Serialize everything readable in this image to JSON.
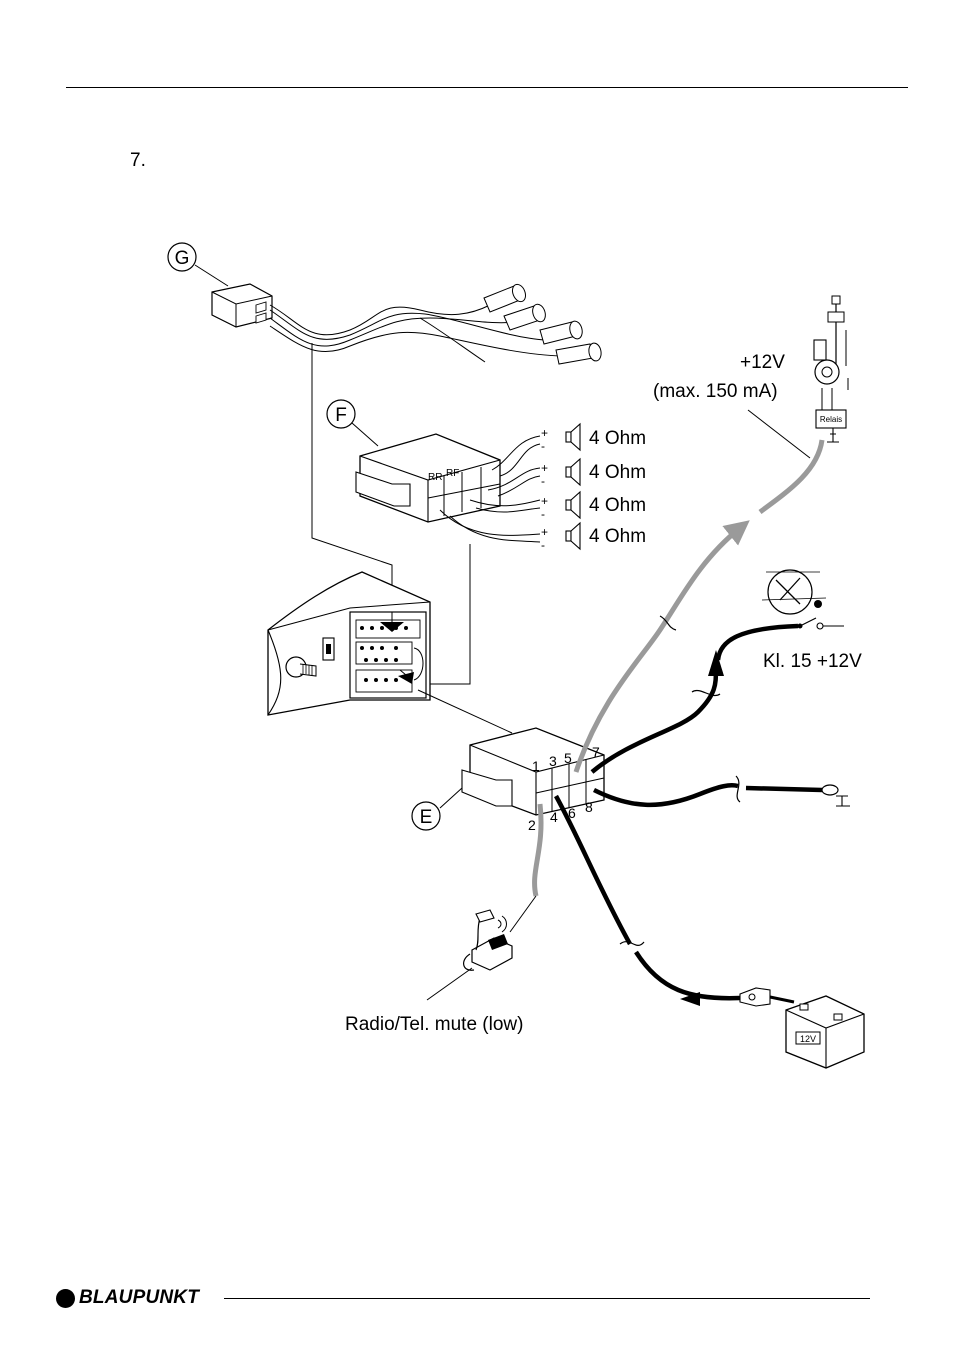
{
  "page": {
    "step_number": "7.",
    "brand": "BLAUPUNKT"
  },
  "callouts": {
    "g": "G",
    "f": "F",
    "e": "E"
  },
  "speakers": [
    {
      "label": "4 Ohm"
    },
    {
      "label": "4 Ohm"
    },
    {
      "label": "4 Ohm"
    },
    {
      "label": "4 Ohm"
    }
  ],
  "connector_f": {
    "rr": "RR",
    "rf": "RF"
  },
  "antenna": {
    "voltage": "+12V",
    "current": "(max. 150 mA)",
    "relay": "Relais"
  },
  "ignition": {
    "label": "Kl. 15 +12V"
  },
  "battery": {
    "label": "12V"
  },
  "phone": {
    "label": "Radio/Tel. mute (low)"
  },
  "pins": {
    "p1": "1",
    "p2": "2",
    "p3": "3",
    "p4": "4",
    "p5": "5",
    "p6": "6",
    "p7": "7",
    "p8": "8"
  },
  "colors": {
    "ink": "#000000",
    "grey_wire": "#9a9a9a"
  }
}
